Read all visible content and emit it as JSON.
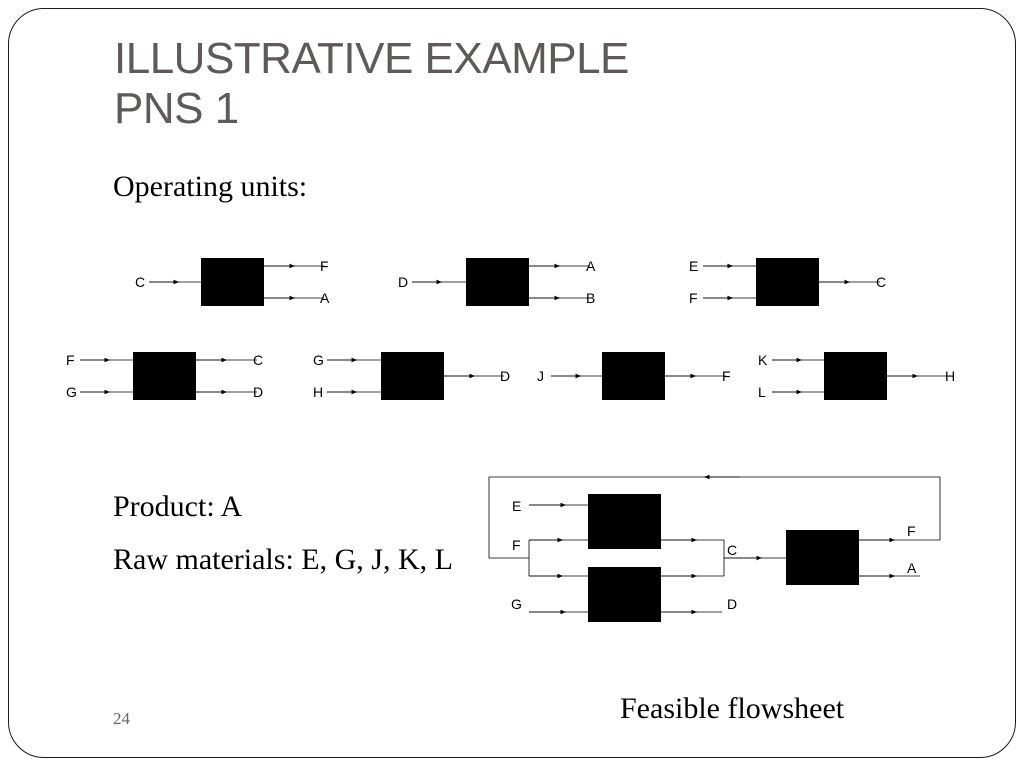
{
  "slide": {
    "title_line1": "ILLUSTRATIVE EXAMPLE",
    "title_line2": "PNS 1",
    "operating_units_label": "Operating units:",
    "product_label": "Product: A",
    "raw_materials_label": "Raw materials: E, G, J, K, L",
    "caption": "Feasible flowsheet",
    "page_number": "24"
  },
  "operating_units": [
    {
      "inputs": [
        "C"
      ],
      "outputs": [
        "F",
        "A"
      ]
    },
    {
      "inputs": [
        "D"
      ],
      "outputs": [
        "A",
        "B"
      ]
    },
    {
      "inputs": [
        "E",
        "F"
      ],
      "outputs": [
        "C"
      ]
    },
    {
      "inputs": [
        "F",
        "G"
      ],
      "outputs": [
        "C",
        "D"
      ]
    },
    {
      "inputs": [
        "G",
        "H"
      ],
      "outputs": [
        "D"
      ]
    },
    {
      "inputs": [
        "J"
      ],
      "outputs": [
        "F"
      ]
    },
    {
      "inputs": [
        "K",
        "L"
      ],
      "outputs": [
        "H"
      ]
    }
  ],
  "flowsheet": {
    "unit_ef": {
      "inputs": [
        "E",
        "F"
      ],
      "outputs": [
        "C"
      ]
    },
    "unit_fg": {
      "inputs": [
        "F",
        "G"
      ],
      "outputs": [
        "C",
        "D"
      ]
    },
    "unit_c": {
      "inputs": [
        "C"
      ],
      "outputs": [
        "F",
        "A"
      ]
    },
    "labels": {
      "e": "E",
      "f": "F",
      "g": "G",
      "c": "C",
      "d": "D",
      "f_out": "F",
      "a_out": "A"
    }
  },
  "colors": {
    "title": "#5e5a59",
    "line": "#000000",
    "box": "#000000"
  }
}
